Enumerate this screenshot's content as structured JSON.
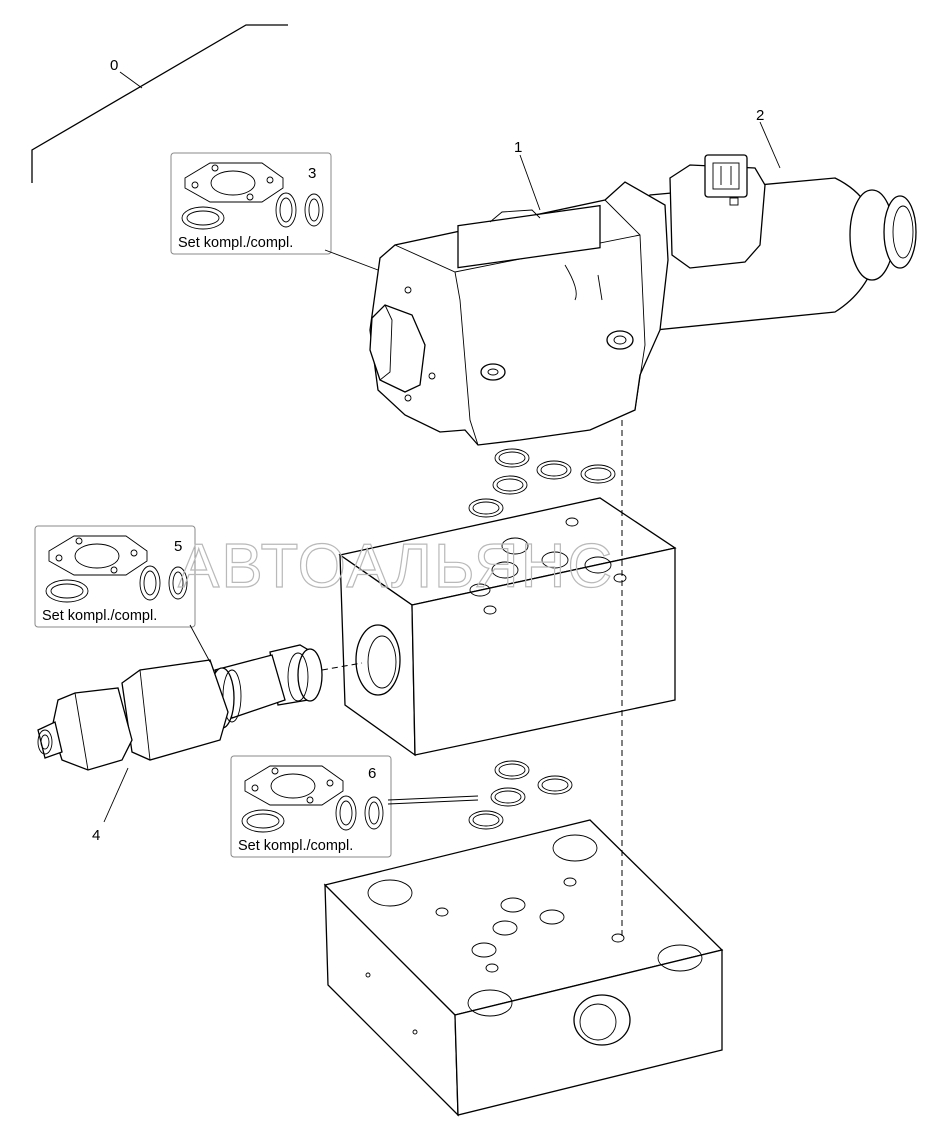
{
  "callouts": {
    "c0": "0",
    "c1": "1",
    "c2": "2",
    "c3": "3",
    "c4": "4",
    "c5": "5",
    "c6": "6"
  },
  "kits": {
    "kit3_label": "Set kompl./compl.",
    "kit5_label": "Set kompl./compl.",
    "kit6_label": "Set kompl./compl."
  },
  "watermark": "АВТОАЛЬЯНС",
  "colors": {
    "line": "#000000",
    "watermark": "#b9b9b9",
    "kit_border": "#888888"
  }
}
